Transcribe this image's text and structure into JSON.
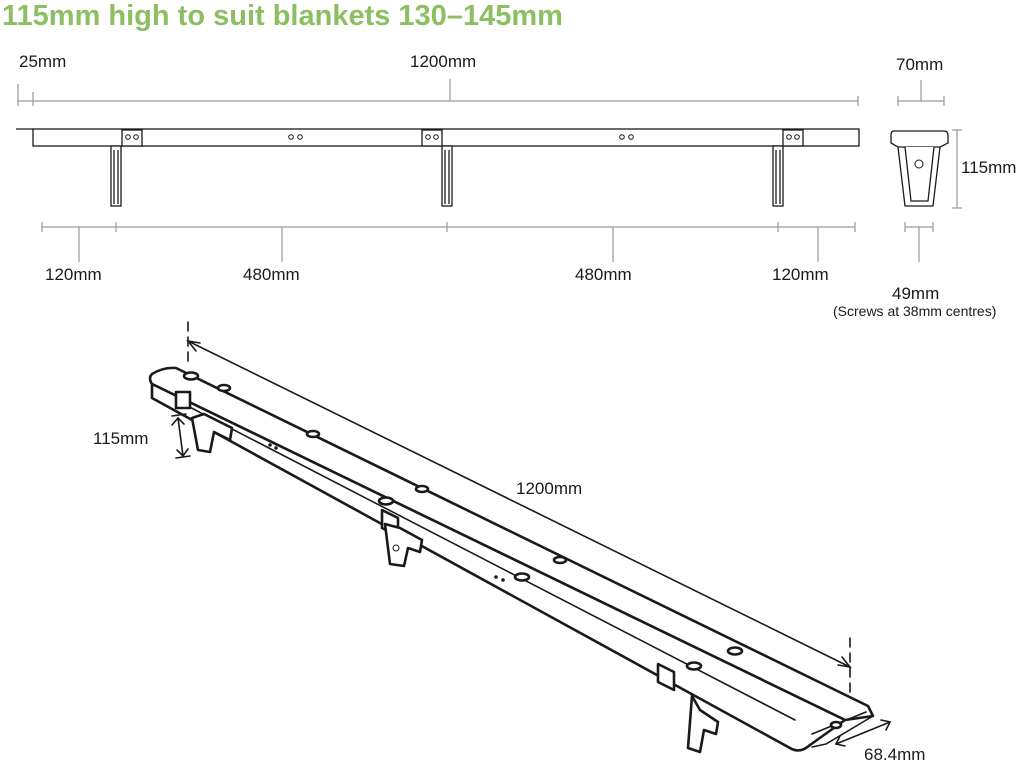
{
  "title": "115mm high to suit blankets 130–145mm",
  "title_color": "#8cbf62",
  "front_view": {
    "overall_length": "1200mm",
    "end_offset": "25mm",
    "spacing_end_left": "120mm",
    "spacing_mid_left": "480mm",
    "spacing_mid_right": "480mm",
    "spacing_end_right": "120mm"
  },
  "end_view": {
    "top_width": "70mm",
    "height": "115mm",
    "base_width": "49mm",
    "screw_note": "(Screws at 38mm centres)"
  },
  "iso_view": {
    "height": "115mm",
    "length": "1200mm",
    "width": "68.4mm"
  }
}
